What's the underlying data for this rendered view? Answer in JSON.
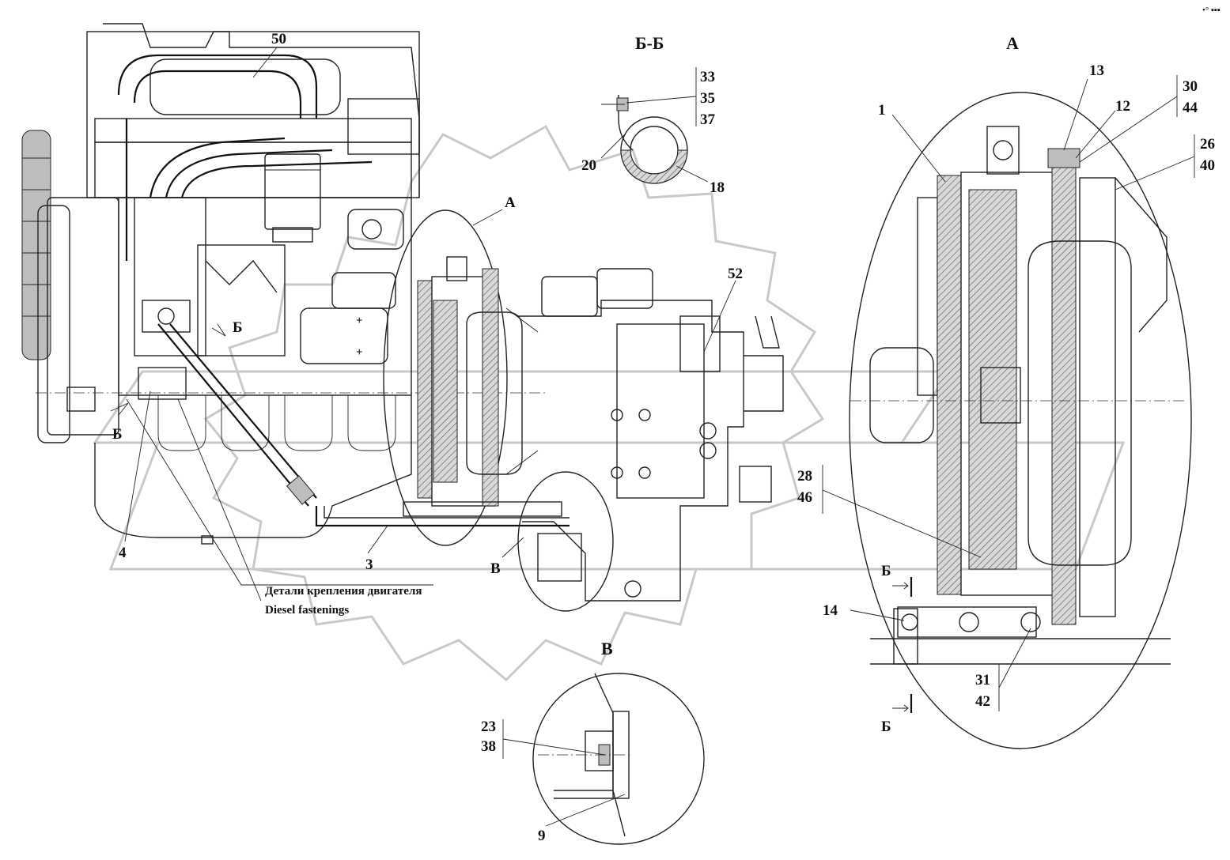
{
  "view_titles": {
    "section_bb": "Б-Б",
    "view_a": "А",
    "view_v": "В"
  },
  "callouts": {
    "c50": "50",
    "c33": "33",
    "c35": "35",
    "c37": "37",
    "c20": "20",
    "c18": "18",
    "c_a_pointer": "А",
    "c52": "52",
    "c_b_arrow": "Б",
    "c_b_left": "Б",
    "c4": "4",
    "c3": "3",
    "c_v_pointer": "В",
    "c28": "28",
    "c46": "46",
    "c13": "13",
    "c12": "12",
    "c30": "30",
    "c44": "44",
    "c1": "1",
    "c26": "26",
    "c40": "40",
    "c_b_top": "Б",
    "c14": "14",
    "c31": "31",
    "c42": "42",
    "c_b_bottom": "Б",
    "c23": "23",
    "c38": "38",
    "c9": "9"
  },
  "note": {
    "line1": "Детали крепления двигателя",
    "line2": "Diesel fastenings"
  },
  "corner_mark": "•°  ▪▪▪"
}
